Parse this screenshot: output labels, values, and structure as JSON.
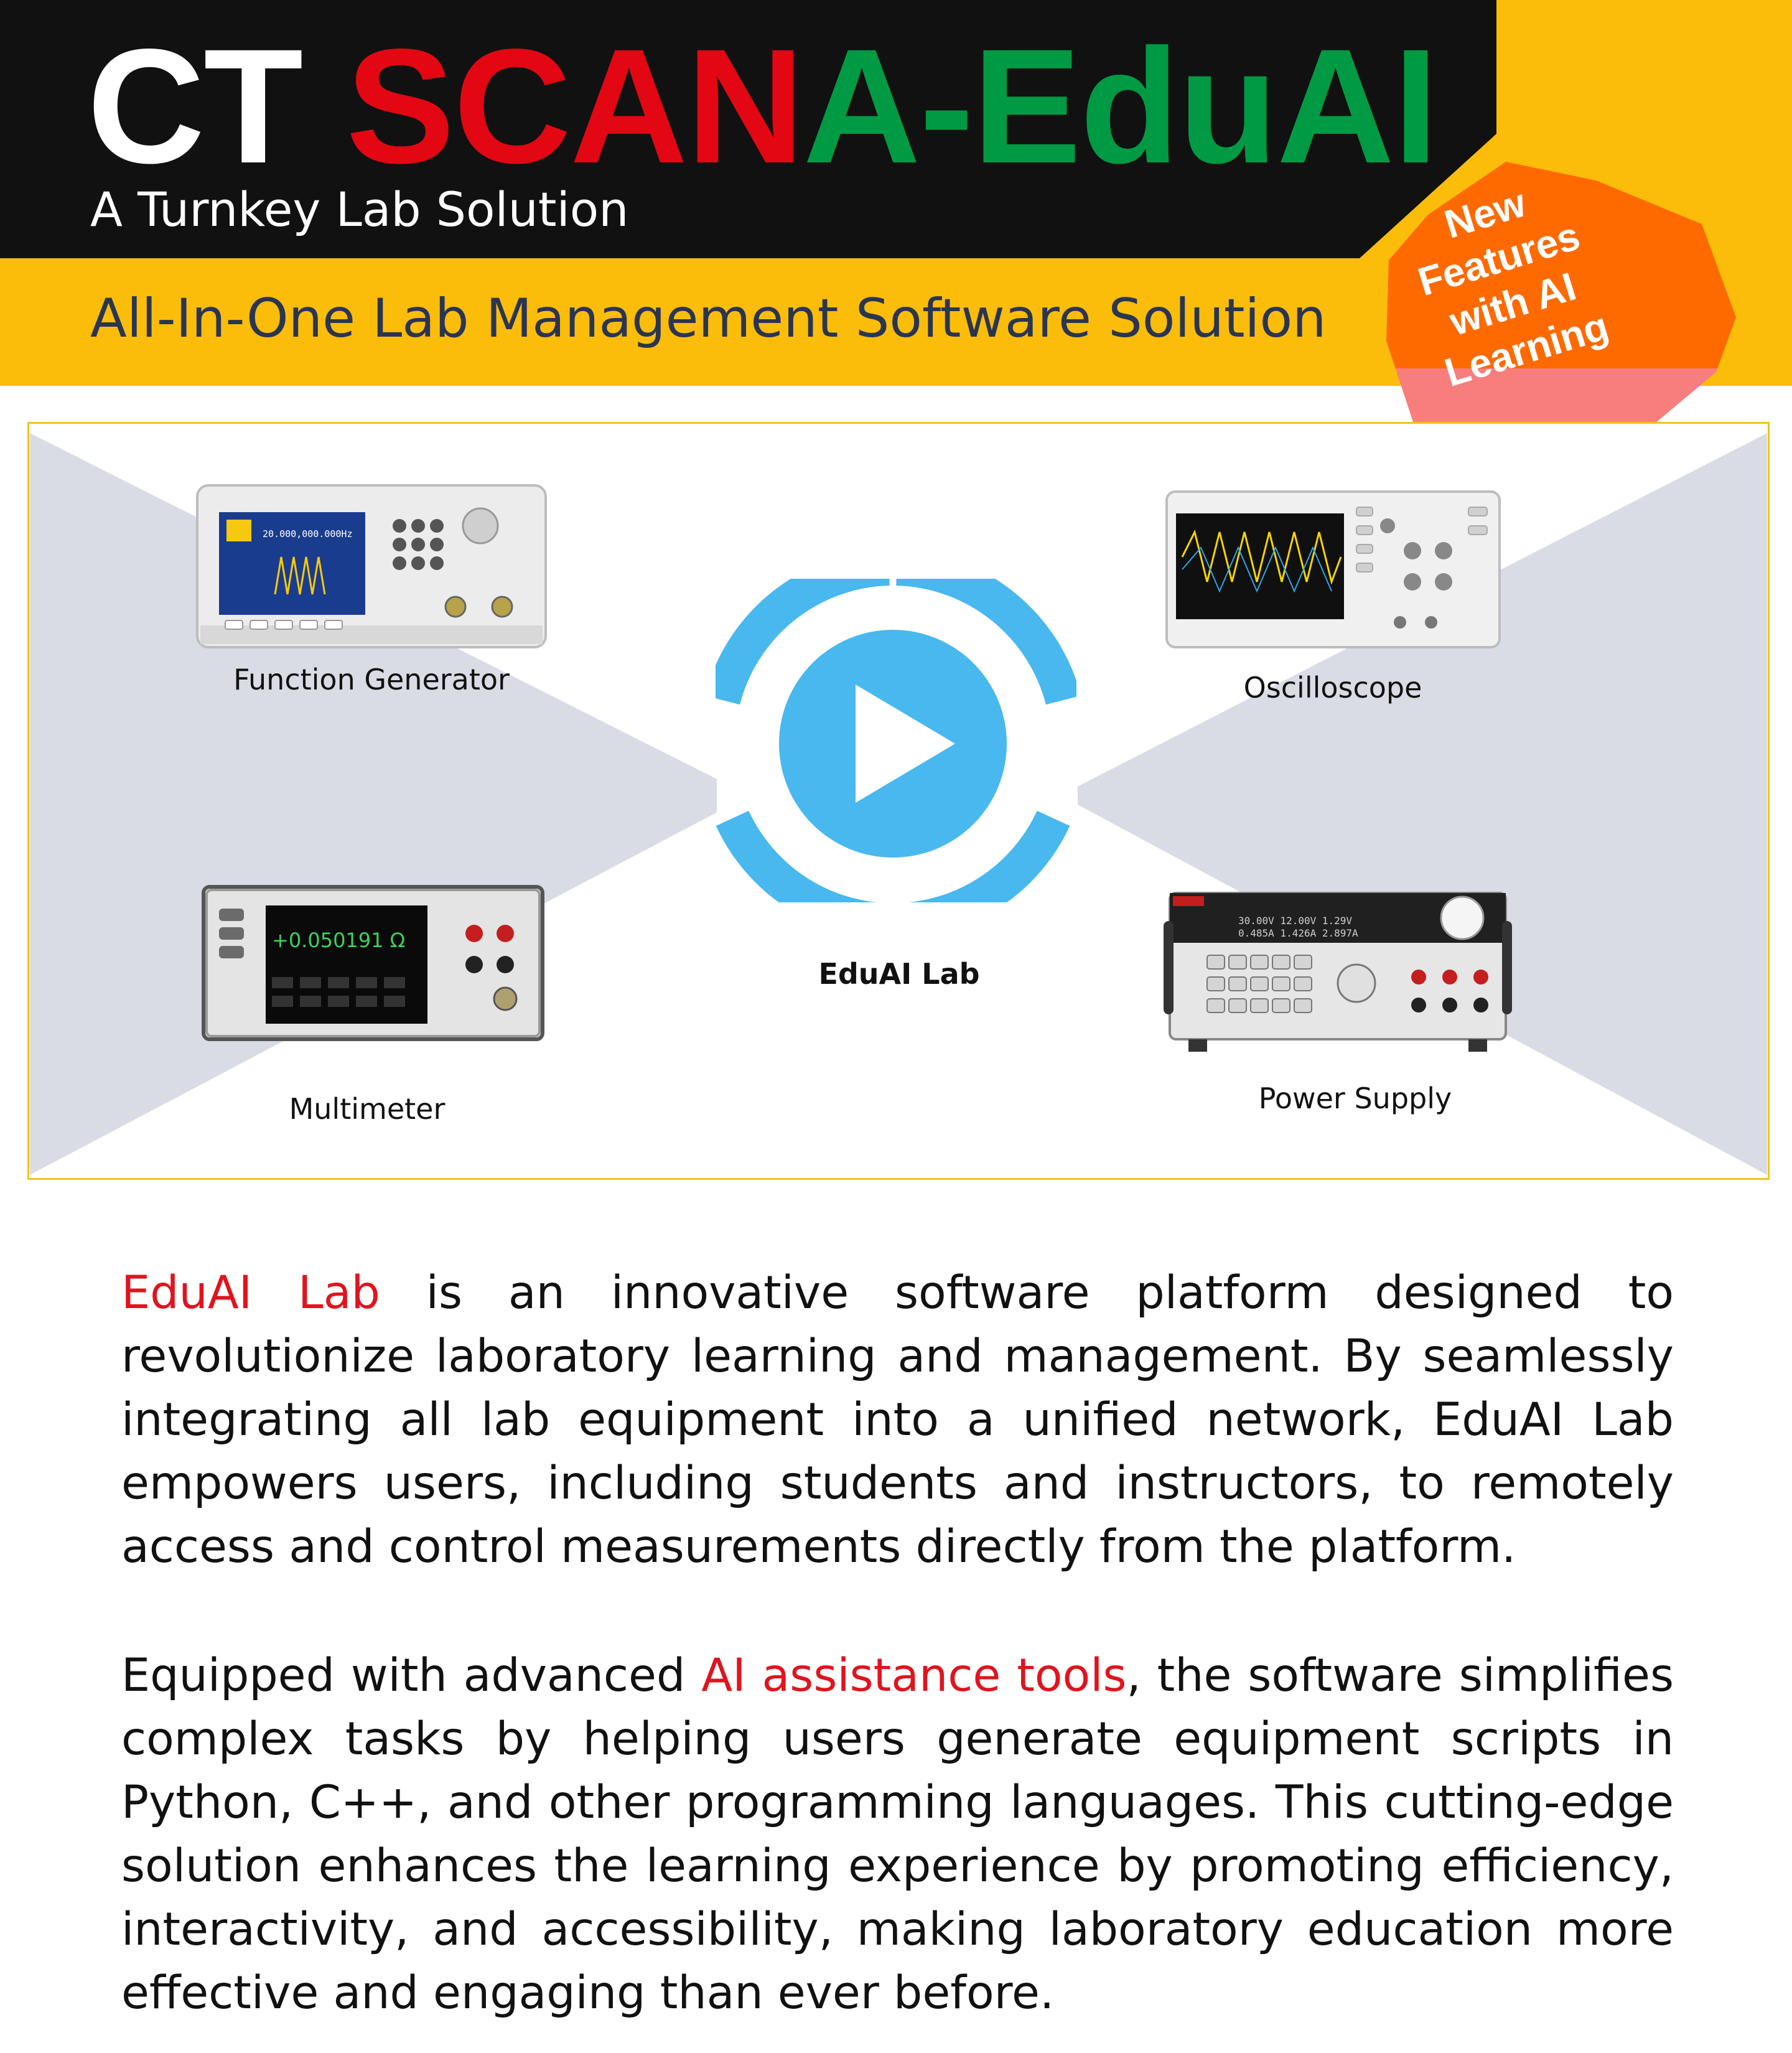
{
  "header": {
    "title_ct": "CT",
    "title_scana": "SCAN",
    "title_eduai": "A-EduAI",
    "subtitle": "A Turnkey Lab Solution",
    "tagline": "All-In-One Lab Management Software Solution"
  },
  "badge": {
    "line1": "New",
    "line2": "Features",
    "line3": "with AI",
    "line4": "Learning"
  },
  "diagram": {
    "center_label": "EduAI Lab",
    "devices": {
      "function_generator": "Function Generator",
      "oscilloscope": "Oscilloscope",
      "multimeter": "Multimeter",
      "power_supply": "Power Supply"
    },
    "screen_texts": {
      "function_generator_reading": "20.000,000.000Hz",
      "multimeter_reading": "+0.050191 Ω",
      "power_supply_reading_1": "30.00V  12.00V  1.29V",
      "power_supply_reading_2": "0.485A  1.426A  2.897A"
    }
  },
  "paragraph1": {
    "highlight": "EduAI Lab",
    "text": " is an innovative software platform designed to revolutionize laboratory learning and management. By seamlessly integrating all lab equipment into a unified network, EduAI Lab empowers users, including students and instructors, to remotely access and control measurements directly from the platform."
  },
  "paragraph2": {
    "before": "Equipped with advanced ",
    "highlight": "AI assistance tools",
    "after": ", the software simplifies complex tasks by helping users generate equipment scripts in Python, C++, and other programming languages.  This cutting-edge solution enhances the learning experience by promoting efficiency, interactivity, and accessibility, making laboratory education more effective and engaging than ever before."
  },
  "colors": {
    "black_band": "#111111",
    "yellow_band": "#fbbd0a",
    "title_red": "#e30613",
    "title_green": "#009a44",
    "badge_orange": "#ff6a00",
    "badge_pink": "#f87d7d",
    "play_blue": "#48b8ef",
    "diagram_gray": "#d9dce5",
    "text_red": "#e0141e"
  }
}
